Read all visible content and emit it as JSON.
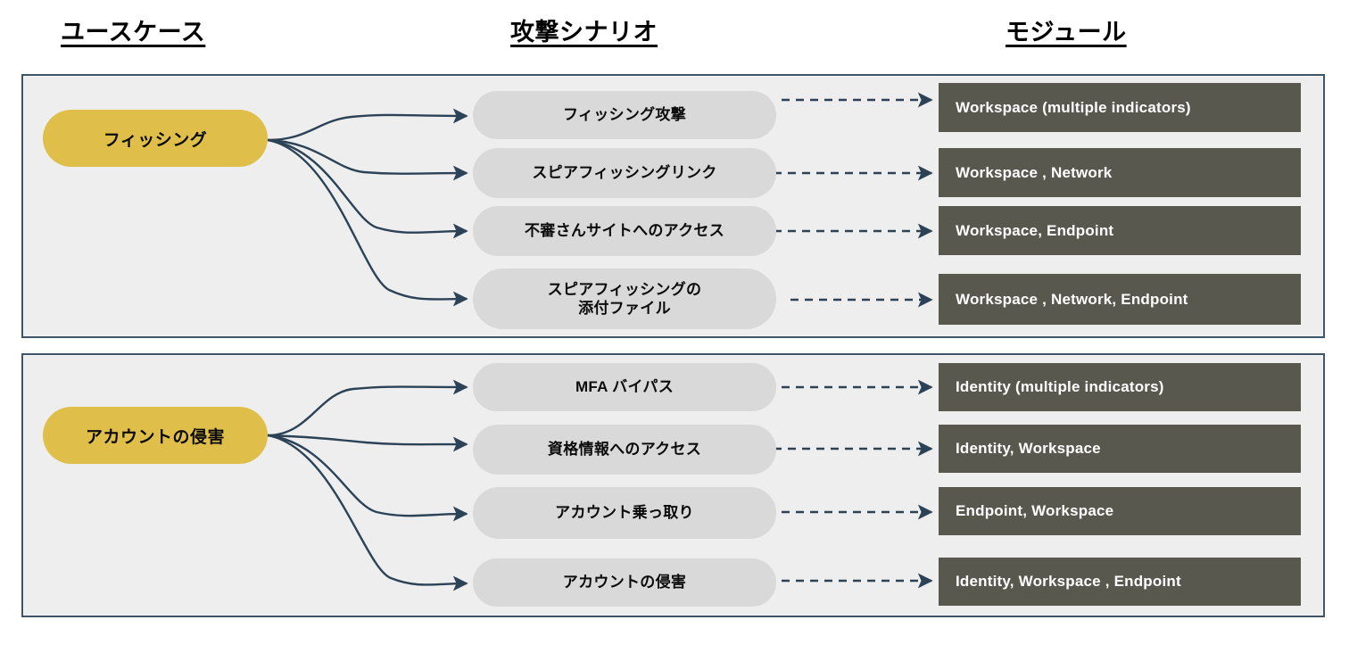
{
  "headers": {
    "usecase": "ユースケース",
    "scenario": "攻撃シナリオ",
    "module": "モジュール"
  },
  "colors": {
    "usecase_pill": "#DFBF4A",
    "scenario_pill": "#D9D9D9",
    "module_box": "#58584F",
    "section_border": "#3D5566",
    "section_background": "#EEEEEE",
    "connector": "#2B4257",
    "page_background": "#FFFFFF"
  },
  "sections": [
    {
      "id": "phishing",
      "usecase": "フィッシング",
      "rows": [
        {
          "scenario": "フィッシング攻撃",
          "scenario_lines": [
            "フィッシング攻撃"
          ],
          "module": "Workspace (multiple indicators)"
        },
        {
          "scenario": "スピアフィッシングリンク",
          "scenario_lines": [
            "スピアフィッシングリンク"
          ],
          "module": "Workspace , Network"
        },
        {
          "scenario": "不審さんサイトへのアクセス",
          "scenario_lines": [
            "不審さんサイトへのアクセス"
          ],
          "module": "Workspace, Endpoint"
        },
        {
          "scenario": "スピアフィッシングの 添付ファイル",
          "scenario_lines": [
            "スピアフィッシングの",
            "添付ファイル"
          ],
          "module": "Workspace , Network, Endpoint"
        }
      ]
    },
    {
      "id": "account",
      "usecase": "アカウントの侵害",
      "rows": [
        {
          "scenario": "MFA バイパス",
          "scenario_lines": [
            "MFA バイパス"
          ],
          "module": "Identity (multiple indicators)"
        },
        {
          "scenario": "資格情報へのアクセス",
          "scenario_lines": [
            "資格情報へのアクセス"
          ],
          "module": "Identity, Workspace"
        },
        {
          "scenario": "アカウント乗っ取り",
          "scenario_lines": [
            "アカウント乗っ取り"
          ],
          "module": "Endpoint, Workspace"
        },
        {
          "scenario": "アカウントの侵害",
          "scenario_lines": [
            "アカウントの侵害"
          ],
          "module": "Identity, Workspace , Endpoint"
        }
      ]
    }
  ]
}
